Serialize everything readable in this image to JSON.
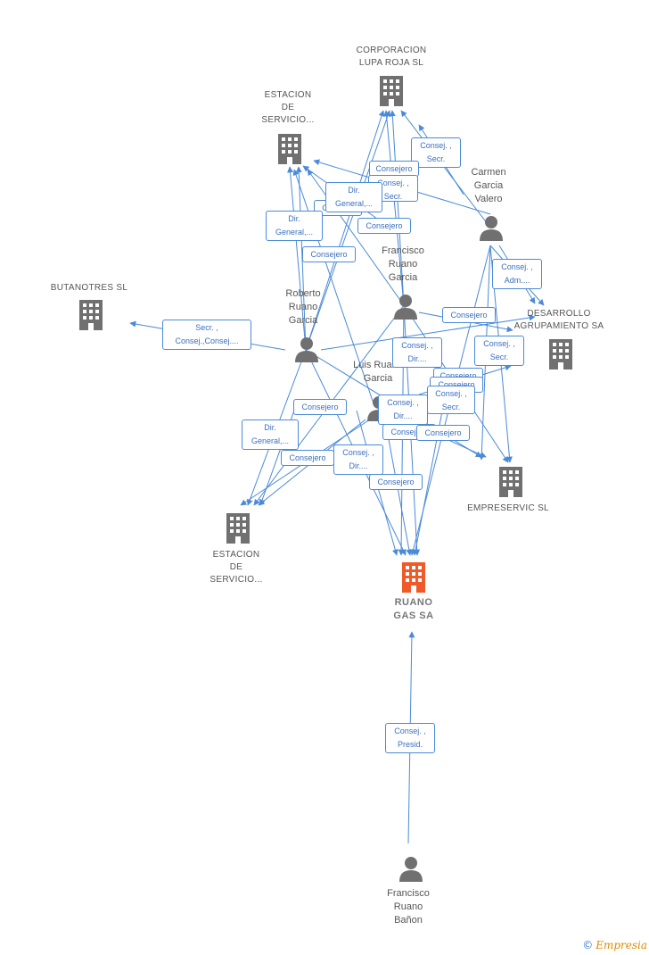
{
  "colors": {
    "edge": "#4a8ad8",
    "building": "#707070",
    "focus_building": "#f05a28",
    "person": "#707070"
  },
  "nodes": {
    "corporacion": "CORPORACION\nLUPA ROJA SL",
    "estacion_top": "ESTACION\nDE\nSERVICIO...",
    "butanotres": "BUTANOTRES SL",
    "desarrollo": "DESARROLLO\nAGRUPAMIENTO SA",
    "empreservic": "EMPRESERVIC SL",
    "estacion_bottom": "ESTACION\nDE\nSERVICIO...",
    "ruano_gas": "RUANO\nGAS SA",
    "carmen": "Carmen\nGarcia\nValero",
    "francisco_ruano_garcia": "Francisco\nRuano\nGarcia",
    "roberto": "Roberto\nRuano\nGarcia",
    "luis": "Luis Ruano\nGarcia",
    "francisco_ruano_banon": "Francisco\nRuano\nBañon"
  },
  "relations": {
    "r1": "Consej. ,\nSecr.",
    "r2": "Consejero",
    "r3": "Consej. ,\nSecr.",
    "r4": "Dir.\nGeneral,...",
    "r5": "Consej...",
    "r6": "Dir.\nGeneral,...",
    "r7": "Consejero",
    "r8": "Consejero",
    "r9": "Consej. ,\nAdm....",
    "r10": "Secr. ,\nConsej.,Consej....",
    "r11": "Consejero",
    "r12": "Consej. ,\nDir....",
    "r13": "Consej. ,\nSecr.",
    "r14": "Consejero",
    "r15": "Consejero",
    "r16": "Consej. ,\nSecr.",
    "r17": "Consejero",
    "r18": "Consej. ,\nDir....",
    "r19": "Consejero",
    "r20": "Dir.\nGeneral,...",
    "r21": "Consejero",
    "r22": "Consej. ,\nDir....",
    "r23": "Consejero",
    "r24": "Consej. ,\nPresid."
  },
  "brand": {
    "symbol": "©",
    "name": "Empresia"
  }
}
